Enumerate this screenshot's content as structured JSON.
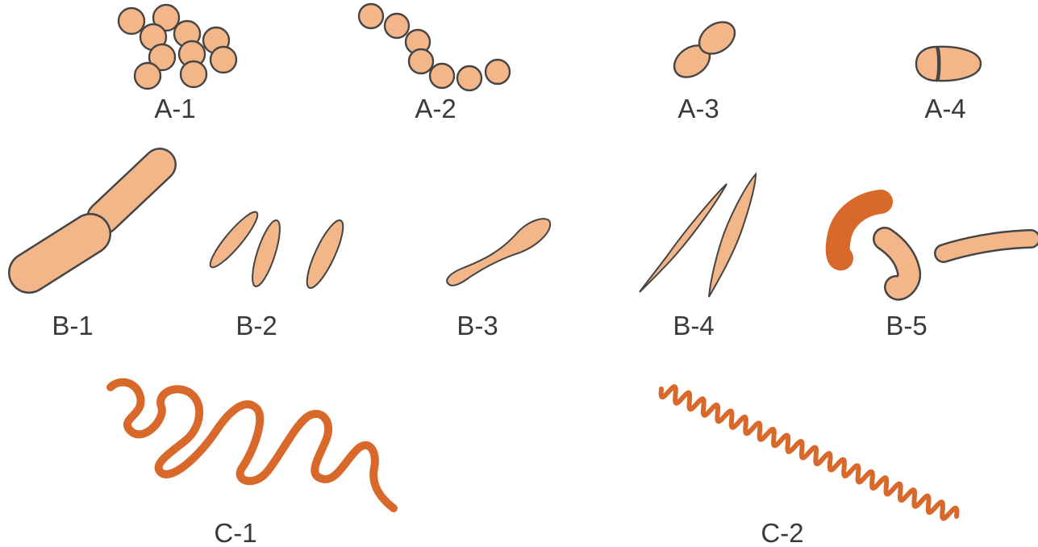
{
  "colors": {
    "cell_fill": "#f3b688",
    "cell_stroke": "#454545",
    "spiral": "#d9692a",
    "label": "#3a3a3a"
  },
  "labels": {
    "a1": "A-1",
    "a2": "A-2",
    "a3": "A-3",
    "a4": "A-4",
    "b1": "B-1",
    "b2": "B-2",
    "b3": "B-3",
    "b4": "B-4",
    "b5": "B-5",
    "c1": "C-1",
    "c2": "C-2"
  }
}
